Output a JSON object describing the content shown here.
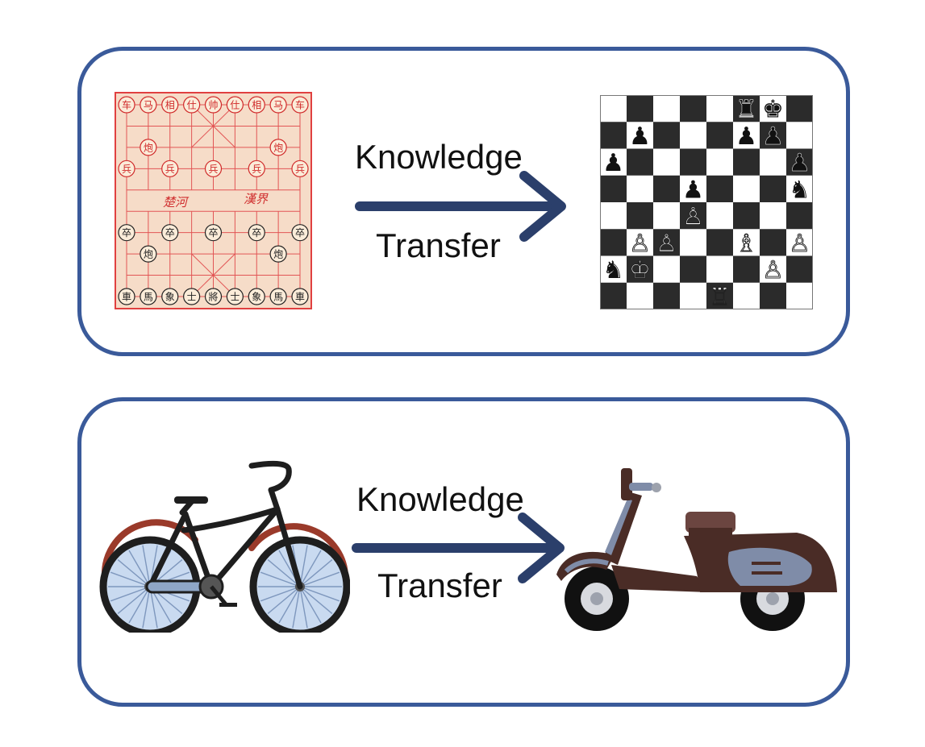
{
  "panels": [
    {
      "label_top": "Knowledge",
      "label_bottom": "Transfer",
      "source": "xiangqi-board",
      "target": "chess-board"
    },
    {
      "label_top": "Knowledge",
      "label_bottom": "Transfer",
      "source": "bicycle",
      "target": "scooter"
    }
  ],
  "xiangqi": {
    "back_row_red": [
      "车",
      "马",
      "相",
      "仕",
      "帅",
      "仕",
      "相",
      "马",
      "车"
    ],
    "back_row_black": [
      "車",
      "馬",
      "象",
      "士",
      "將",
      "士",
      "象",
      "馬",
      "車"
    ],
    "cannon_red": "炮",
    "cannon_black": "炮",
    "soldier_red": "兵",
    "soldier_black": "卒",
    "river_left": "楚河",
    "river_right": "漢界"
  },
  "chess_pieces": [
    {
      "sq": "f8",
      "glyph": "♜",
      "side": "black"
    },
    {
      "sq": "g8",
      "glyph": "♚",
      "side": "black"
    },
    {
      "sq": "b7",
      "glyph": "♟",
      "side": "black"
    },
    {
      "sq": "f7",
      "glyph": "♟",
      "side": "black"
    },
    {
      "sq": "g7",
      "glyph": "♟",
      "side": "black"
    },
    {
      "sq": "a6",
      "glyph": "♟",
      "side": "black"
    },
    {
      "sq": "h6",
      "glyph": "♟",
      "side": "black"
    },
    {
      "sq": "d5",
      "glyph": "♟",
      "side": "black"
    },
    {
      "sq": "h5",
      "glyph": "♞",
      "side": "black"
    },
    {
      "sq": "d4",
      "glyph": "♙",
      "side": "white"
    },
    {
      "sq": "b3",
      "glyph": "♙",
      "side": "white"
    },
    {
      "sq": "c3",
      "glyph": "♙",
      "side": "white"
    },
    {
      "sq": "f3",
      "glyph": "♗",
      "side": "white"
    },
    {
      "sq": "h3",
      "glyph": "♙",
      "side": "white"
    },
    {
      "sq": "a2",
      "glyph": "♞",
      "side": "black"
    },
    {
      "sq": "b2",
      "glyph": "♔",
      "side": "white"
    },
    {
      "sq": "g2",
      "glyph": "♙",
      "side": "white"
    },
    {
      "sq": "e1",
      "glyph": "♖",
      "side": "white"
    }
  ],
  "colors": {
    "panel_border": "#3a5a9a",
    "arrow": "#2b3f6b",
    "board_wood": "#f6dcc8",
    "board_line": "#e04040",
    "chess_dark": "#2b2b2b",
    "chess_light": "#ffffff",
    "bike_frame": "#1e1e1e",
    "wheel_fill": "#b9cde9",
    "scooter_body": "#4a2c26",
    "scooter_panel": "#7f8ca8"
  }
}
